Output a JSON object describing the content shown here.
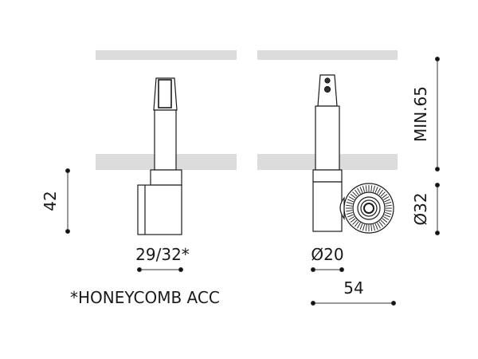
{
  "diagram": {
    "title": "Track spotlight dimensional drawing",
    "colors": {
      "line": "#1a1a1a",
      "ceiling": "#dcdcdc",
      "dimension_line": "#333333"
    },
    "views": [
      {
        "id": "front-view",
        "description": "Front view of spotlight on track"
      },
      {
        "id": "side-view",
        "description": "Side view of spotlight on track with lens head"
      }
    ],
    "dimensions": {
      "height_front": "42",
      "width_front": "29/32*",
      "min_depth": "MIN.65",
      "head_diameter": "Ø32",
      "body_diameter": "Ø20",
      "total_width": "54"
    },
    "footnote": "*HONEYCOMB ACC"
  }
}
